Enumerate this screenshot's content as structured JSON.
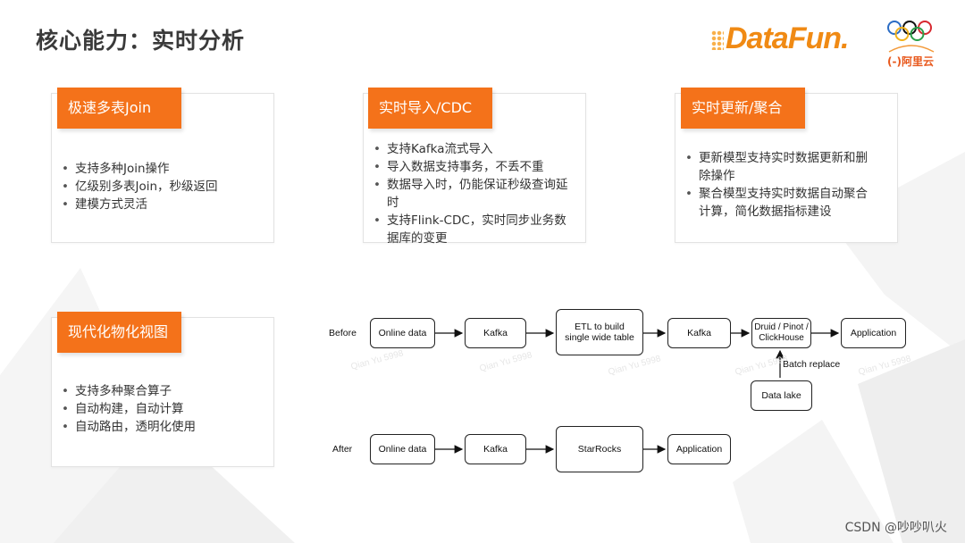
{
  "title": "核心能力：实时分析",
  "logos": {
    "datafun": "DataFun.",
    "aliyun": "阿里云",
    "aliyun_prefix": "(-)"
  },
  "cards": [
    {
      "id": "join",
      "heading": "极速多表Join",
      "items": [
        "支持多种Join操作",
        "亿级别多表Join，秒级返回",
        "建模方式灵活"
      ]
    },
    {
      "id": "import",
      "heading": "实时导入/CDC",
      "items": [
        "支持Kafka流式导入",
        "导入数据支持事务，不丢不重",
        "数据导入时，仍能保证秒级查询延时",
        "支持Flink-CDC，实时同步业务数据库的变更"
      ]
    },
    {
      "id": "update",
      "heading": "实时更新/聚合",
      "items": [
        "更新模型支持实时数据更新和删除操作",
        "聚合模型支持实时数据自动聚合计算，简化数据指标建设"
      ]
    },
    {
      "id": "mv",
      "heading": "现代化物化视图",
      "items": [
        "支持多种聚合算子",
        "自动构建，自动计算",
        "自动路由，透明化使用"
      ]
    }
  ],
  "flow": {
    "before_label": "Before",
    "after_label": "After",
    "before": {
      "online": "Online data",
      "kafka1": "Kafka",
      "etl": "ETL to build single wide table",
      "kafka2": "Kafka",
      "olap": "Druid / Pinot / ClickHouse",
      "app": "Application",
      "lake": "Data lake",
      "replace": "Batch replace"
    },
    "after": {
      "online": "Online data",
      "kafka": "Kafka",
      "starrocks": "StarRocks",
      "app": "Application"
    },
    "watermark": "Qian Yu 5998"
  },
  "footer": "CSDN @吵吵叭火",
  "colors": {
    "accent": "#f4721a",
    "title": "#3a3a3a"
  }
}
